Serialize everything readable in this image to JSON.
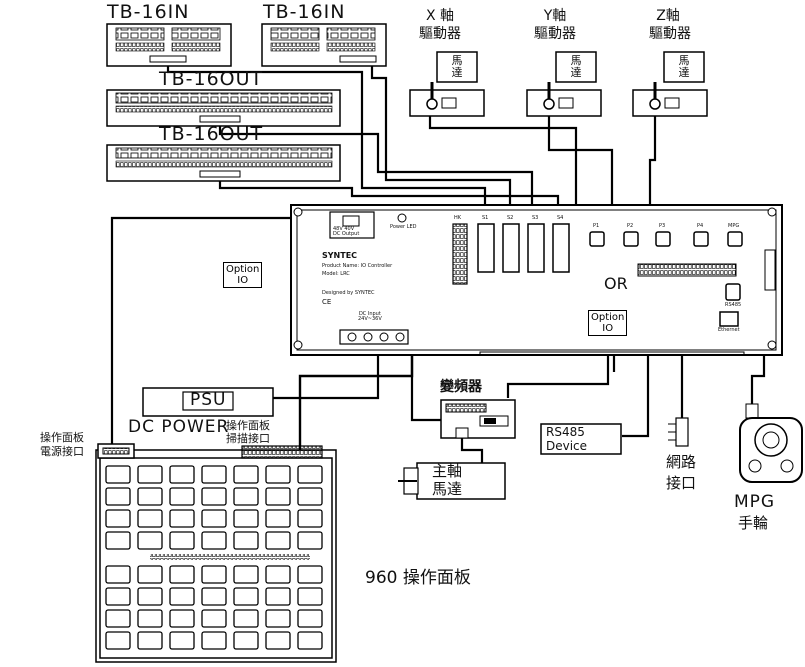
{
  "terminal_boards": {
    "tb_in_1": "TB-16IN",
    "tb_in_2": "TB-16IN",
    "tb_out_1": "TB-16OUT",
    "tb_out_2": "TB-16OUT"
  },
  "drivers": {
    "x_line1": "X 軸",
    "x_line2": "驅動器",
    "y_line1": "Y軸",
    "y_line2": "驅動器",
    "z_line1": "Z軸",
    "z_line2": "驅動器",
    "motor_line1": "馬",
    "motor_line2": "達"
  },
  "controller": {
    "dc_output": "48V 40V\nDC Output",
    "power_led": "Power LED",
    "port_labels": [
      "HK",
      "S1",
      "S2",
      "S3",
      "S4",
      "P1",
      "P2",
      "P3",
      "P4",
      "MPG"
    ],
    "brand": "SYNTEC",
    "product_name": "Product Name: IO Controller",
    "model": "Model: LRC",
    "designed_by": "Designed by SYNTEC",
    "ce_mark": "CE",
    "dc_input": "DC Input\n24V~36V",
    "rs485_port": "RS485",
    "ethernet_port": "Ethernet"
  },
  "option_io_1": "Option\nIO",
  "option_io_2": "Option\nIO",
  "or_label": "OR",
  "psu": {
    "label": "PSU",
    "caption": "DC POWER"
  },
  "inverter": {
    "title": "變頻器"
  },
  "spindle_motor": {
    "line1": "主軸",
    "line2": "馬達"
  },
  "rs485_device": {
    "line1": "RS485",
    "line2": "Device"
  },
  "network": {
    "line1": "網路",
    "line2": "接口"
  },
  "mpg": {
    "line1": "MPG",
    "line2": "手輪"
  },
  "panel": {
    "power_port_line1": "操作面板",
    "power_port_line2": "電源接口",
    "scan_port_line1": "操作面板",
    "scan_port_line2": "掃描接口",
    "caption": "960 操作面板"
  },
  "colors": {
    "line": "#000000",
    "background": "#ffffff",
    "gray": "#888888"
  }
}
